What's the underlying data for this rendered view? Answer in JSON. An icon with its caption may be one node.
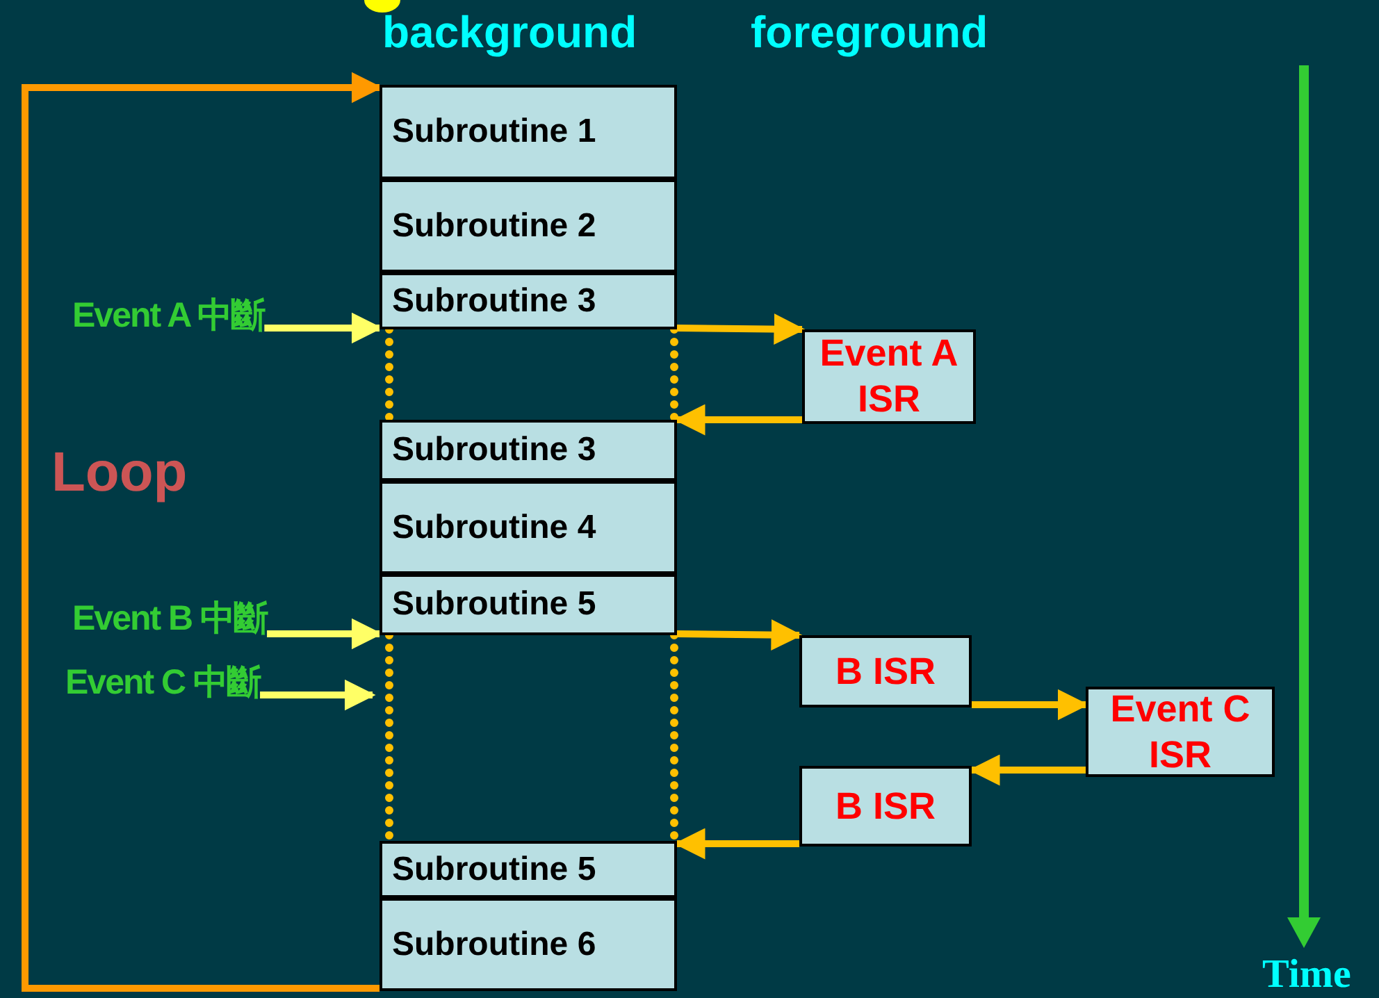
{
  "diagram": {
    "nodes": [
      {
        "text": [
          "Subroutine 1"
        ]
      },
      {
        "text": [
          "Subroutine 2"
        ]
      },
      {
        "text": [
          "Event A 中斷"
        ]
      },
      {
        "text": [
          "Subroutine 3"
        ]
      },
      {
        "text": [
          "Event A ISR"
        ]
      },
      {
        "text": [
          "Subroutine 3"
        ]
      },
      {
        "text": [
          "Subroutine 4"
        ]
      },
      {
        "text": [
          "Event B 中斷"
        ]
      },
      {
        "text": [
          "Subroutine 5"
        ]
      },
      {
        "text": [
          "B ISR"
        ]
      },
      {
        "text": [
          "Event C 中斷"
        ]
      },
      {
        "text": [
          "Event C ISR"
        ]
      },
      {
        "text": [
          "B ISR"
        ]
      },
      {
        "text": [
          "Subroutine 5"
        ]
      },
      {
        "text": [
          "Subroutine 6"
        ]
      }
    ],
    "edges": [
      {
        "from": 14,
        "to": 0,
        "arrow": "to",
        "color": "#ff9900"
      },
      {
        "from": 2,
        "to": 3,
        "arrow": "to",
        "color": "#ffff66"
      },
      {
        "from": 3,
        "to": 4,
        "arrow": "to"
      },
      {
        "from": 4,
        "to": 5,
        "arrow": "to"
      },
      {
        "from": 3,
        "to": 5,
        "arrow": "none",
        "style": "dashed"
      },
      {
        "from": 3,
        "to": 5,
        "arrow": "none",
        "style": "dashed"
      },
      {
        "from": 7,
        "to": 8,
        "arrow": "to",
        "color": "#ffff66"
      },
      {
        "from": 10,
        "to": null,
        "arrow": "to",
        "color": "#ffff66"
      },
      {
        "from": 8,
        "to": 9,
        "arrow": "to"
      },
      {
        "from": 9,
        "to": 11,
        "arrow": "to"
      },
      {
        "from": 11,
        "to": 12,
        "arrow": "to"
      },
      {
        "from": 12,
        "to": 13,
        "arrow": "to"
      },
      {
        "from": 8,
        "to": 13,
        "arrow": "none",
        "style": "dashed"
      },
      {
        "from": 8,
        "to": 13,
        "arrow": "none",
        "style": "dashed"
      }
    ],
    "labels": [
      "background",
      "foreground",
      "Loop",
      "Time"
    ]
  }
}
